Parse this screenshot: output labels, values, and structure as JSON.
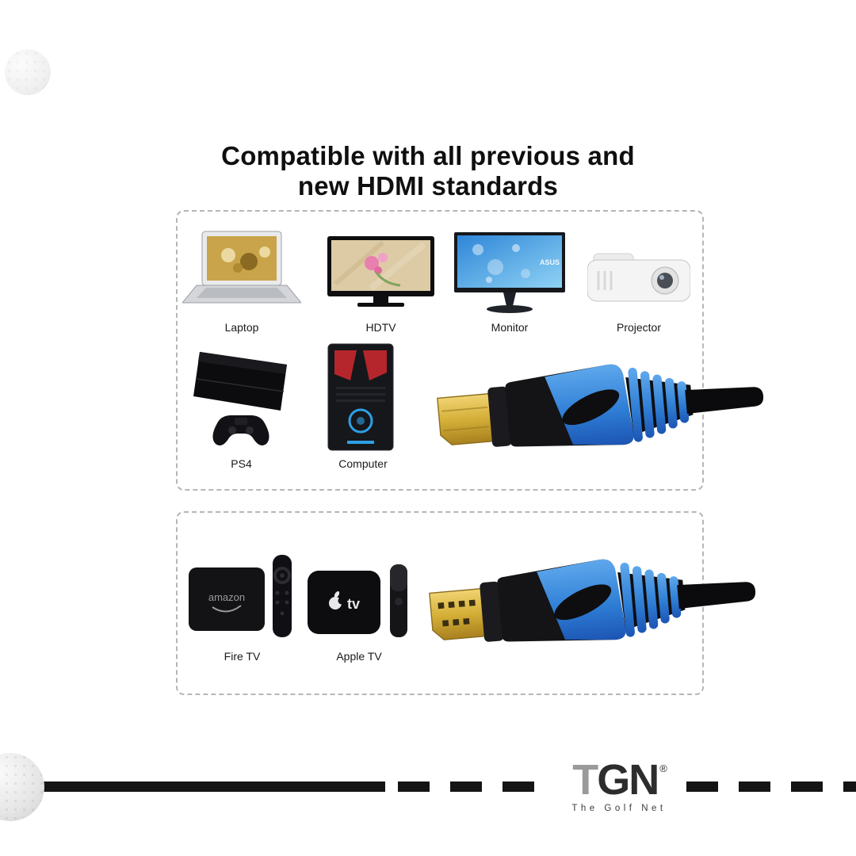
{
  "title": {
    "line1": "Compatible with all previous and",
    "line2": "new HDMI standards"
  },
  "top_box": {
    "row1": [
      {
        "label": "Laptop"
      },
      {
        "label": "HDTV"
      },
      {
        "label": "Monitor"
      },
      {
        "label": "Projector"
      }
    ],
    "row2": [
      {
        "label": "PS4"
      },
      {
        "label": "Computer"
      }
    ]
  },
  "bottom_box": {
    "row": [
      {
        "label": "Fire TV"
      },
      {
        "label": "Apple TV"
      }
    ]
  },
  "device_details": {
    "monitor_brand": "ASUS",
    "fire_tv_brand": "amazon",
    "apple_tv_text": "tv"
  },
  "logo": {
    "letter_t": "T",
    "letters_gn": "GN",
    "registered_mark": "®",
    "tagline": "The Golf Net"
  },
  "colors": {
    "cable_blue": "#2f7fd6",
    "connector_gold": "#c99f3f",
    "line_black": "#141414"
  }
}
